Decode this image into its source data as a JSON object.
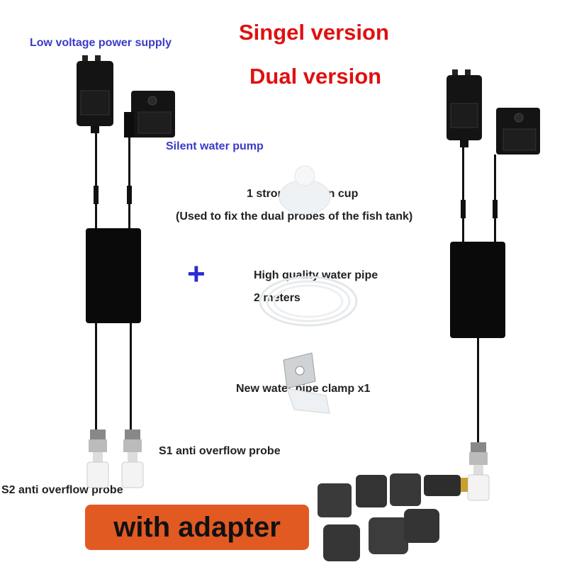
{
  "titles": {
    "single": "Singel version",
    "dual": "Dual version"
  },
  "labels": {
    "power_supply": "Low voltage power supply",
    "pump": "Silent water pump",
    "suction_cup": "1 strong suction cup",
    "suction_cup_note": "(Used to fix the dual probes of the fish tank)",
    "pipe": "High quality water pipe",
    "pipe_length": "2 meters",
    "clamp": "New water pipe clamp x1",
    "s1_probe": "S1 anti overflow probe",
    "s2_probe": "S2 anti overflow probe",
    "plus_sign": "+"
  },
  "banner": {
    "text": "with adapter"
  },
  "colors": {
    "title": "#e01010",
    "label_blue": "#3a3ac8",
    "banner": "#e15a22",
    "plus": "#2b2bd6"
  }
}
